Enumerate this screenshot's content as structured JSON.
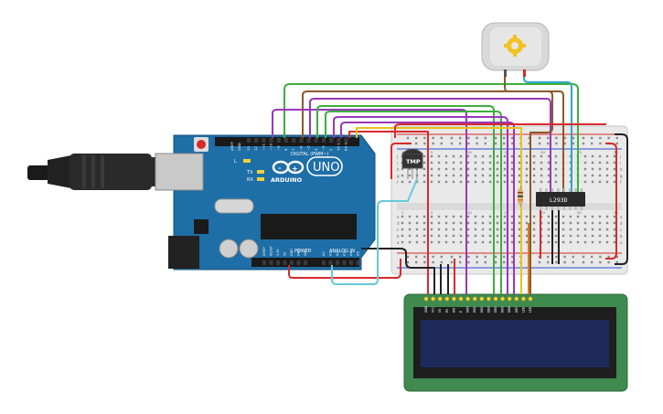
{
  "arduino": {
    "brand": "ARDUINO",
    "model": "UNO",
    "digital_header": "DIGITAL (PWM~)",
    "power_header": "POWER",
    "analog_header": "ANALOG IN",
    "tx_label": "TX",
    "rx_label": "RX",
    "l_label": "L",
    "aref_label": "AREF",
    "gnd_label": "GND",
    "digital_pins": [
      "13",
      "12",
      "~11",
      "~10",
      "~9",
      "8",
      "7",
      "~6",
      "~5",
      "4",
      "~3",
      "2",
      "TX 1",
      "RX 0"
    ],
    "power_pins": [
      "IOREF",
      "RESET",
      "3.3V",
      "5V",
      "GND",
      "GND",
      "Vin"
    ],
    "analog_pins": [
      "A0",
      "A1",
      "A2",
      "A3",
      "A4",
      "A5"
    ]
  },
  "sensor": {
    "label": "TMP"
  },
  "driver": {
    "label": "L293D"
  },
  "lcd": {
    "pins": [
      "GND",
      "VCC",
      "V0",
      "RS",
      "RW",
      "E",
      "DB0",
      "DB1",
      "DB2",
      "DB3",
      "DB4",
      "DB5",
      "DB6",
      "DB7",
      "LED",
      "LED"
    ]
  },
  "breadboard": {
    "row_letters_top": [
      "j",
      "i",
      "h",
      "g",
      "f"
    ],
    "row_letters_bottom": [
      "e",
      "d",
      "c",
      "b",
      "a"
    ],
    "column_numbers": [
      "1",
      "5",
      "10",
      "15",
      "20",
      "25",
      "30"
    ]
  },
  "colors": {
    "arduino_board": "#1e6ea7",
    "lcd_frame": "#3f8a4e",
    "lcd_screen": "#1e2a5c",
    "wire_red": "#d52b2b",
    "wire_black": "#222222",
    "wire_green": "#3fae3f",
    "wire_brown": "#8a5a2b",
    "wire_purple": "#9a37b8",
    "wire_cyan": "#2ea6c8",
    "wire_yellow": "#e8c21c",
    "wire_orange": "#e07a1c",
    "wire_light_cyan": "#66c9d9"
  }
}
